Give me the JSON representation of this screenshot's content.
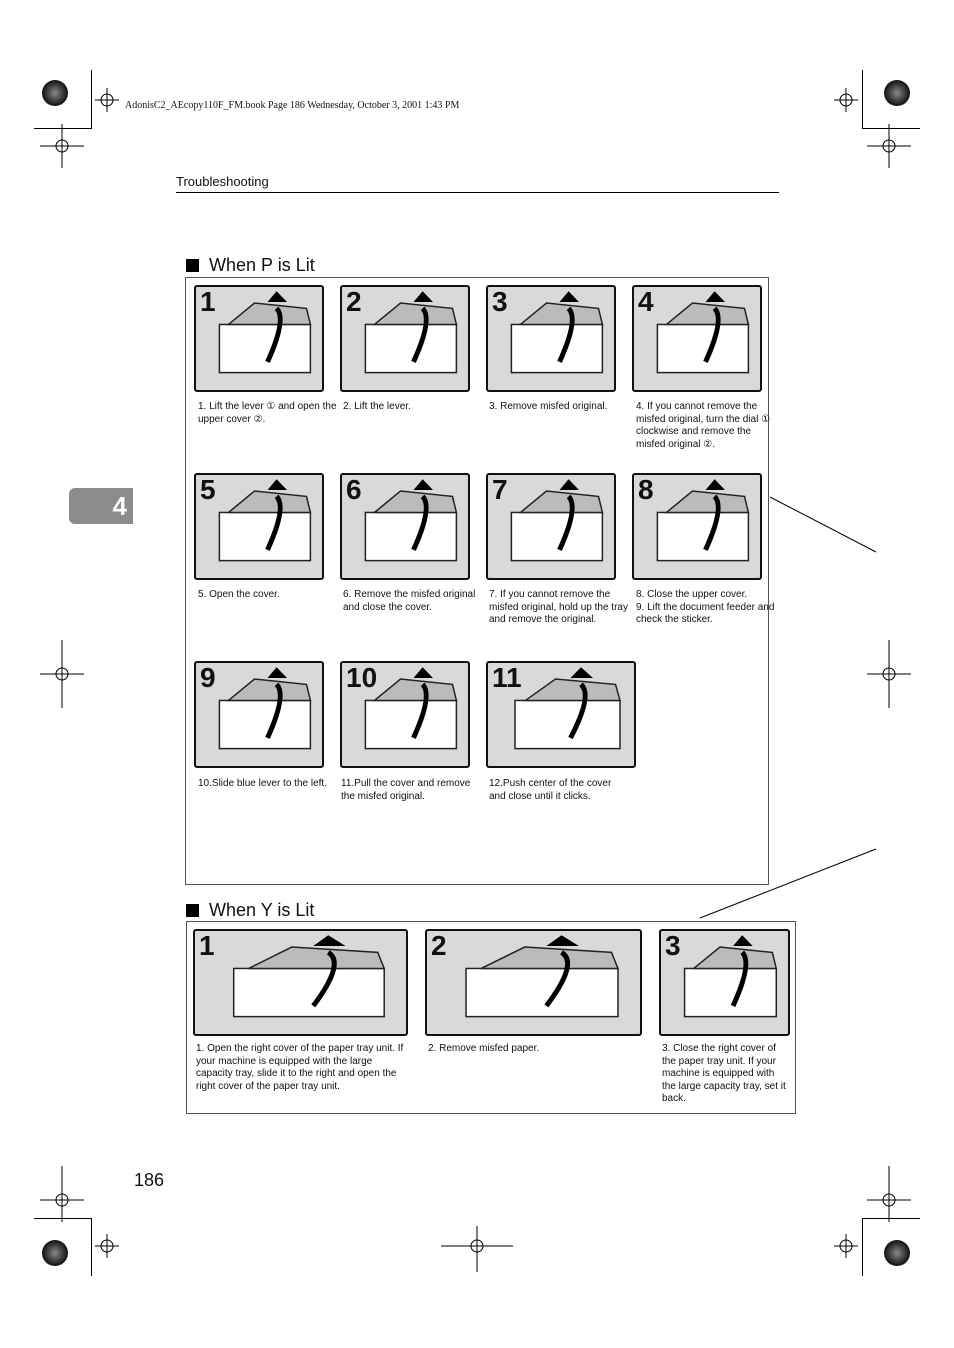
{
  "print_line": "AdonisC2_AEcopy110F_FM.book  Page 186  Wednesday, October 3, 2001  1:43 PM",
  "section_header": "Troubleshooting",
  "chapter_tab": "4",
  "page_number": "186",
  "section_p": {
    "title": "When P is Lit",
    "steps": [
      {
        "num": "1",
        "caption": "1. Lift the lever ① and open the upper cover ②."
      },
      {
        "num": "2",
        "caption": "2. Lift the lever."
      },
      {
        "num": "3",
        "caption": "3. Remove misfed original."
      },
      {
        "num": "4",
        "caption": "4. If you cannot remove the misfed original, turn the dial ① clockwise and remove the misfed original ②."
      },
      {
        "num": "5",
        "caption": "5. Open the cover."
      },
      {
        "num": "6",
        "caption": "6. Remove the misfed original and close the cover."
      },
      {
        "num": "7",
        "caption": "7. If you cannot remove the misfed original, hold up the tray and remove the original."
      },
      {
        "num": "8",
        "caption": "8. Close the upper cover.\n9. Lift the document feeder and check the sticker."
      },
      {
        "num": "9",
        "caption": "10.Slide blue lever to the left."
      },
      {
        "num": "10",
        "caption": "11.Pull the cover and remove the misfed original."
      },
      {
        "num": "11",
        "caption": "12.Push center of the cover and close until it clicks."
      }
    ]
  },
  "section_y": {
    "title": "When Y is Lit",
    "steps": [
      {
        "num": "1",
        "caption": "1. Open the right cover of the paper tray unit. If your machine is equipped with the large capacity tray, slide it to the right and open the right cover of the paper tray unit."
      },
      {
        "num": "2",
        "caption": "2. Remove misfed paper."
      },
      {
        "num": "3",
        "caption": "3. Close the right cover of the paper tray unit. If your machine is equipped with the large capacity tray, set it back."
      }
    ]
  },
  "colors": {
    "tab": "#8c8c8c",
    "illustration": "#d9d9d9"
  }
}
